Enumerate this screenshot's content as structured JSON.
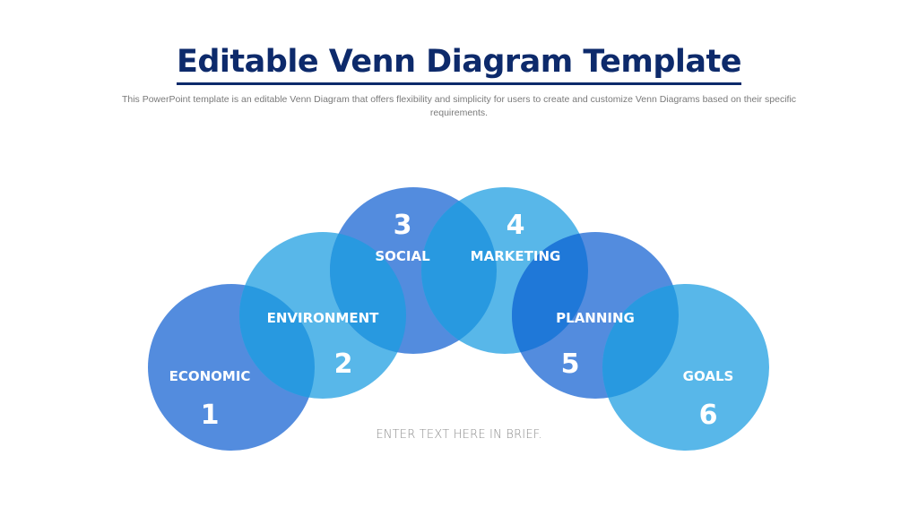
{
  "slide": {
    "title": "Editable Venn Diagram Template",
    "subtitle": "This PowerPoint  template is an editable Venn Diagram that offers flexibility and simplicity for users to create and customize Venn Diagrams based on their specific requirements.",
    "footer_text": "ENTER TEXT HERE IN BRIEF."
  },
  "colors": {
    "title": "#0D2A6B",
    "dark_blue": "#4A86DC",
    "light_blue": "#4FB3E8",
    "overlap_blue": "#2899E0",
    "text": "#FFFFFF",
    "subtitle_text": "#7A7A7A"
  },
  "venn": {
    "circles": [
      {
        "number": "1",
        "label": "ECONOMIC",
        "shade": "dark"
      },
      {
        "number": "2",
        "label": "ENVIRONMENT",
        "shade": "light"
      },
      {
        "number": "3",
        "label": "SOCIAL",
        "shade": "dark"
      },
      {
        "number": "4",
        "label": "MARKETING",
        "shade": "light"
      },
      {
        "number": "5",
        "label": "PLANNING",
        "shade": "dark"
      },
      {
        "number": "6",
        "label": "GOALS",
        "shade": "light"
      }
    ]
  }
}
